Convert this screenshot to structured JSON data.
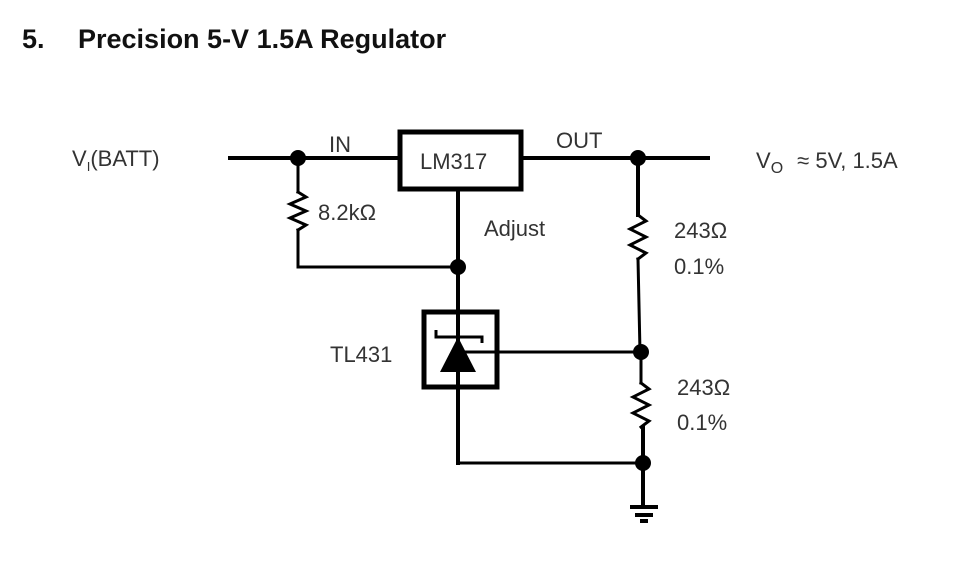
{
  "title": {
    "number": "5.",
    "text": "Precision 5-V 1.5A Regulator"
  },
  "schematic": {
    "input_label_main": "V",
    "input_label_sub": "I",
    "input_label_rest": "(BATT)",
    "output_label_main": "V",
    "output_label_sub": "O",
    "output_label_rest": "≈ 5V, 1.5A",
    "regulator": {
      "part": "LM317",
      "pin_in": "IN",
      "pin_out": "OUT",
      "pin_adjust": "Adjust"
    },
    "shunt_reference": {
      "part": "TL431"
    },
    "resistors": [
      {
        "id": "R1",
        "value": "8.2kΩ",
        "tolerance": ""
      },
      {
        "id": "R2",
        "value": "243Ω",
        "tolerance": "0.1%"
      },
      {
        "id": "R3",
        "value": "243Ω",
        "tolerance": "0.1%"
      }
    ]
  }
}
